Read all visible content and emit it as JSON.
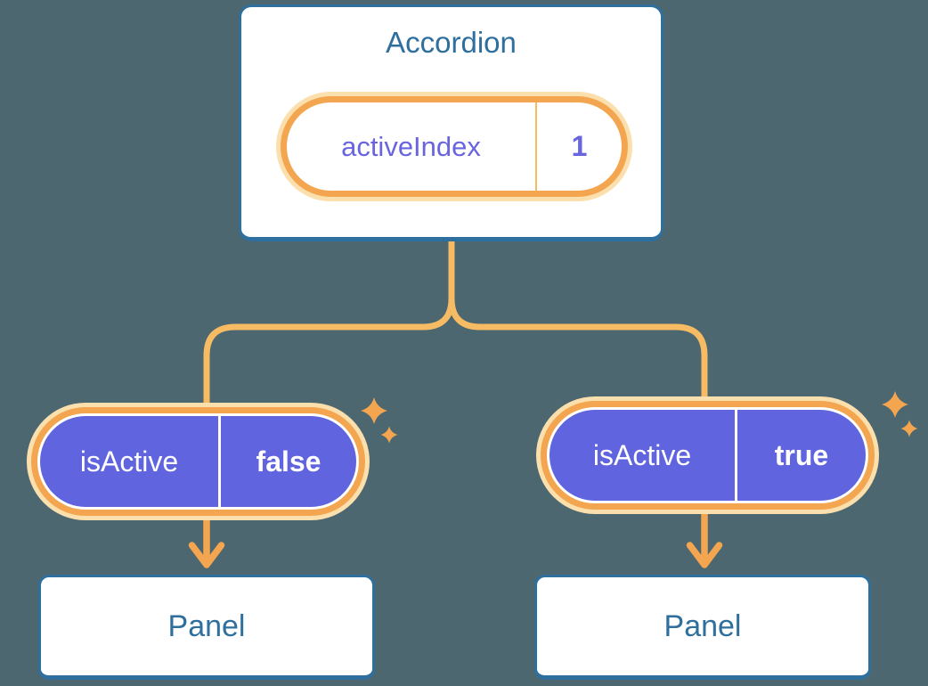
{
  "colors": {
    "background": "#4C6770",
    "box-border-blue": "#2F6F9E",
    "heading-blue": "#2E6F9E",
    "pill-purple": "#6065DF",
    "purple-text": "#6965DF",
    "ring-orange": "#F3A64F",
    "glow-peach": "#FBDFAD",
    "connector-orange": "#F6BB63"
  },
  "icons": {
    "sparkle": "four-point-star"
  },
  "tree": {
    "root": {
      "title": "Accordion",
      "state_pill": {
        "name": "activeIndex",
        "value": "1"
      }
    },
    "children": [
      {
        "prop_pill": {
          "name": "isActive",
          "value": "false"
        },
        "panel_title": "Panel"
      },
      {
        "prop_pill": {
          "name": "isActive",
          "value": "true"
        },
        "panel_title": "Panel"
      }
    ]
  }
}
